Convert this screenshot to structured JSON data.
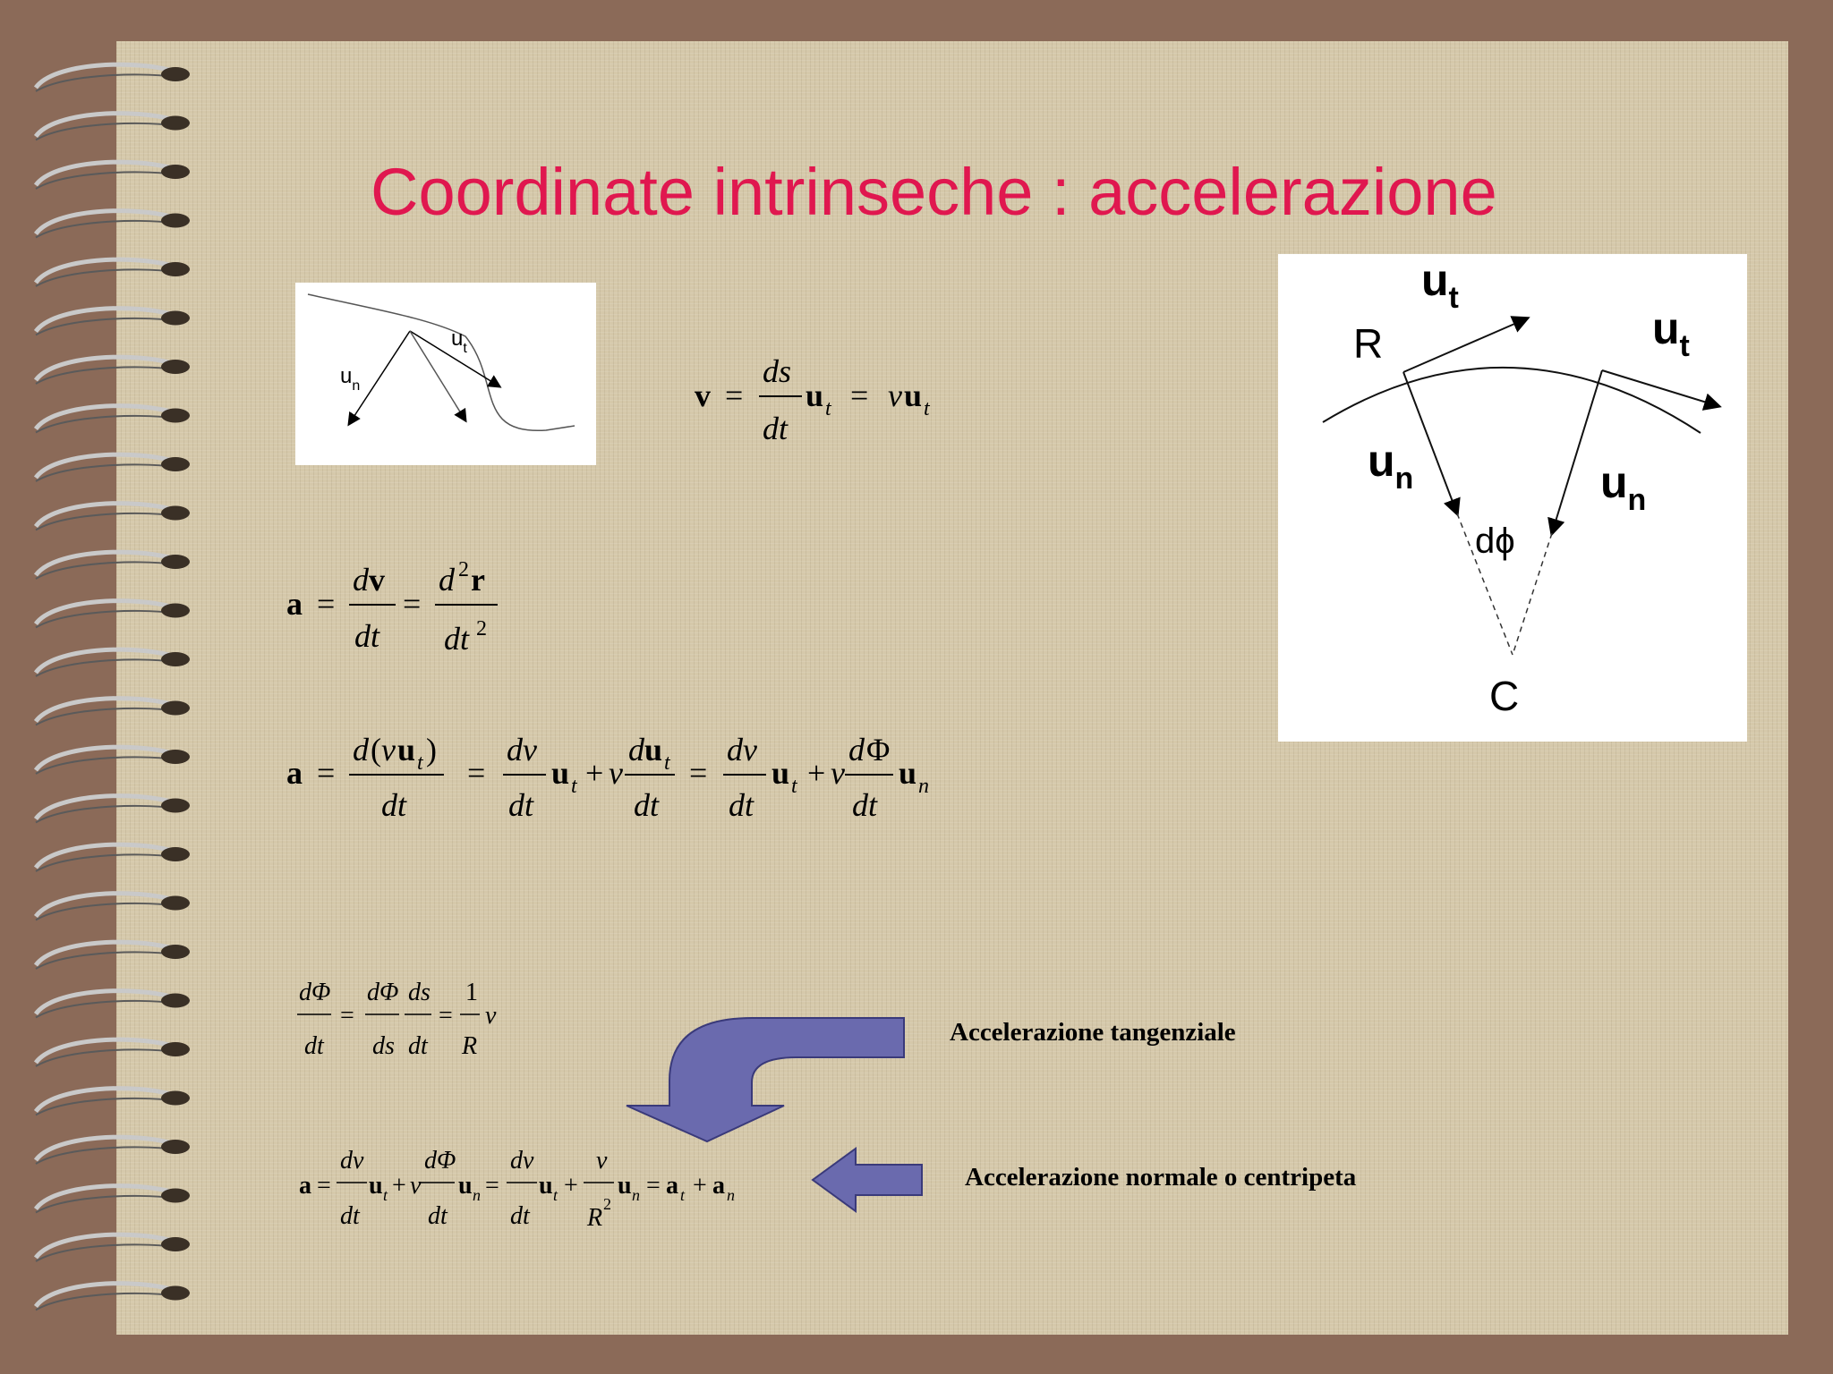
{
  "slide": {
    "title": "Coordinate intrinseche : accelerazione"
  },
  "figure_small": {
    "label_tangent": "u",
    "label_tangent_sub": "t",
    "label_normal": "u",
    "label_normal_sub": "n"
  },
  "figure_large": {
    "point_start": "R",
    "point_center": "C",
    "angle_label": "dϕ",
    "label_tangent": "u",
    "label_tangent_sub": "t",
    "label_normal": "u",
    "label_normal_sub": "n"
  },
  "equations": {
    "velocity": "v = (ds/dt) u_t = v u_t",
    "acceleration_definition": "a = dv/dt = d²r/dt²",
    "acceleration_expansion": "a = d(v u_t)/dt = (dv/dt) u_t + v (du_t/dt) = (dv/dt) u_t + v (dΦ/dt) u_n",
    "angular_rate": "dΦ/dt = (dΦ/ds)(ds/dt) = (1/R) v",
    "acceleration_result": "a = (dv/dt) u_t + v (dΦ/dt) u_n = (dv/dt) u_t + (v/R²) u_n = a_t + a_n"
  },
  "captions": {
    "tangential": "Accelerazione tangenziale",
    "normal": "Accelerazione normale o centripeta"
  },
  "colors": {
    "title": "#e0174f",
    "arrow_fill": "#6a6aae",
    "page_background": "#d5c8aa",
    "border": "#8b6a58"
  }
}
